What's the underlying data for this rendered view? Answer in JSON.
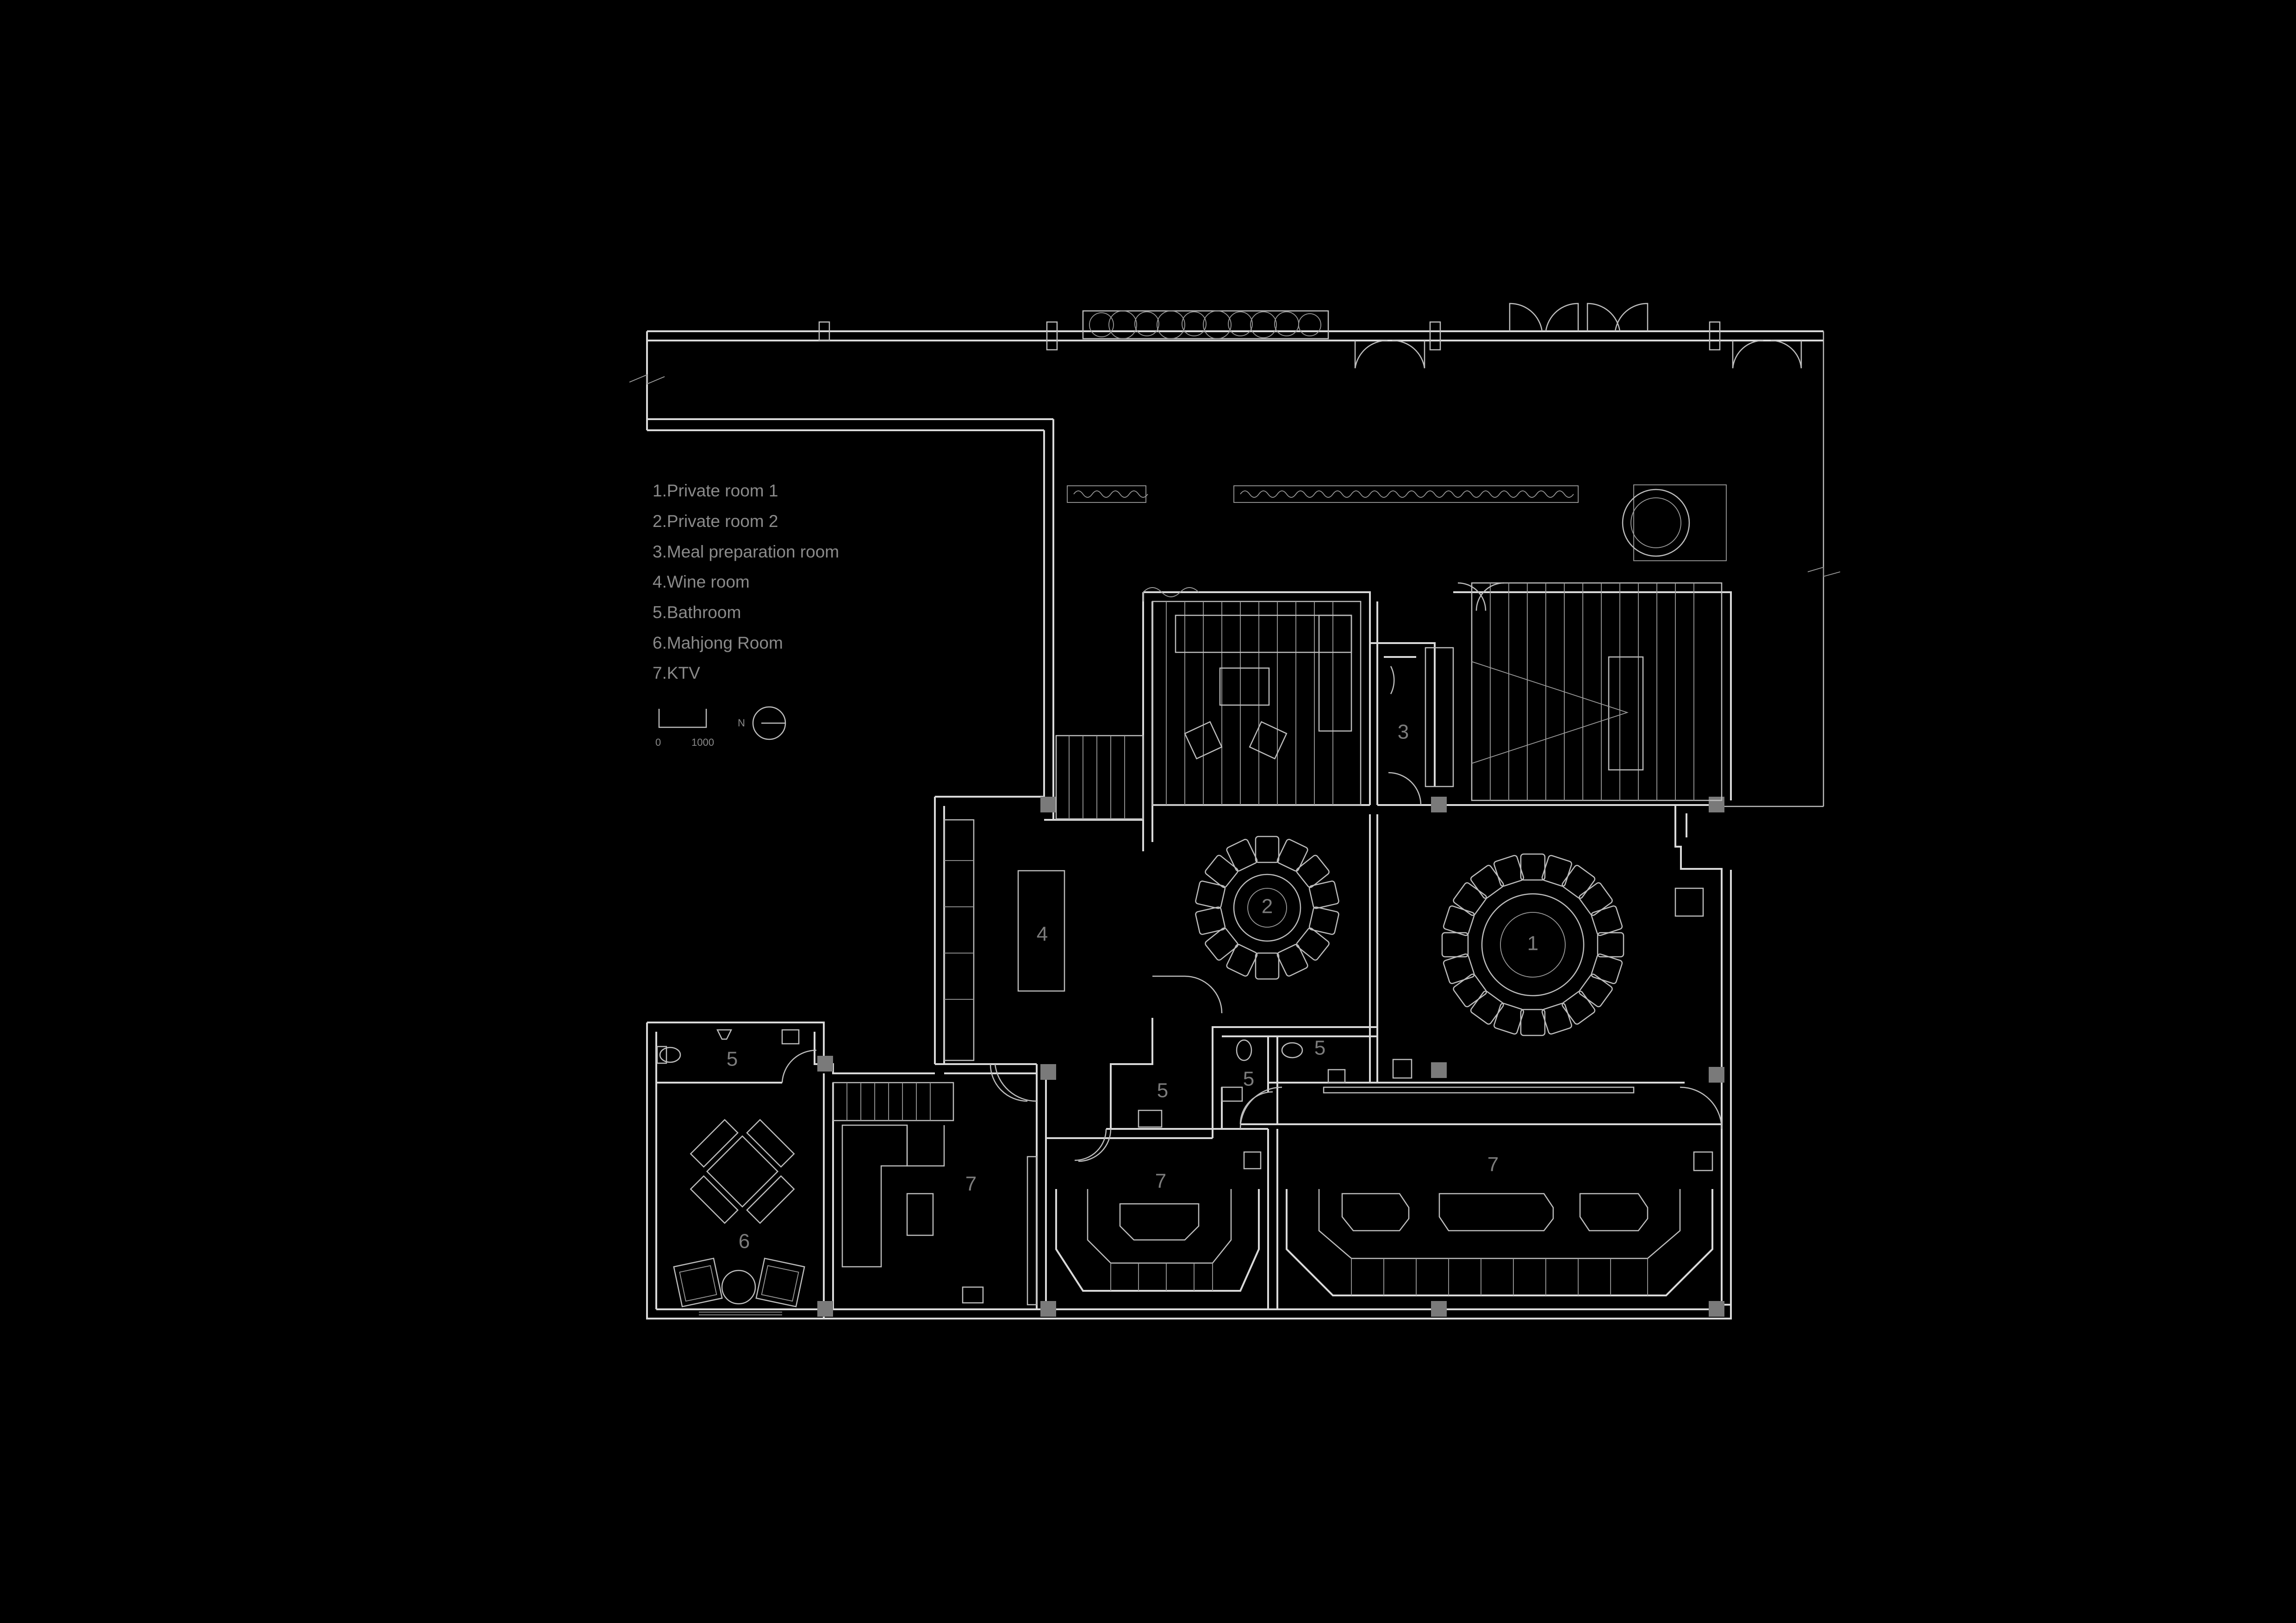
{
  "legend": {
    "items": [
      "1.Private room 1",
      "2.Private room 2",
      "3.Meal preparation room",
      "4.Wine room",
      "5.Bathroom",
      "6.Mahjong Room",
      "7.KTV"
    ],
    "scale_start": "0",
    "scale_end": "1000",
    "north": "N"
  },
  "rooms": {
    "private_room_1": "1",
    "private_room_2": "2",
    "meal_prep": "3",
    "wine_room": "4",
    "bath_west": "5",
    "bath_center": "5",
    "bath_small": "5",
    "bath_east": "5",
    "mahjong": "6",
    "ktv_west": "7",
    "ktv_center": "7",
    "ktv_east": "7"
  },
  "colors": {
    "background": "#000000",
    "line": "#d9d9d9",
    "label": "#7c7c7c"
  }
}
